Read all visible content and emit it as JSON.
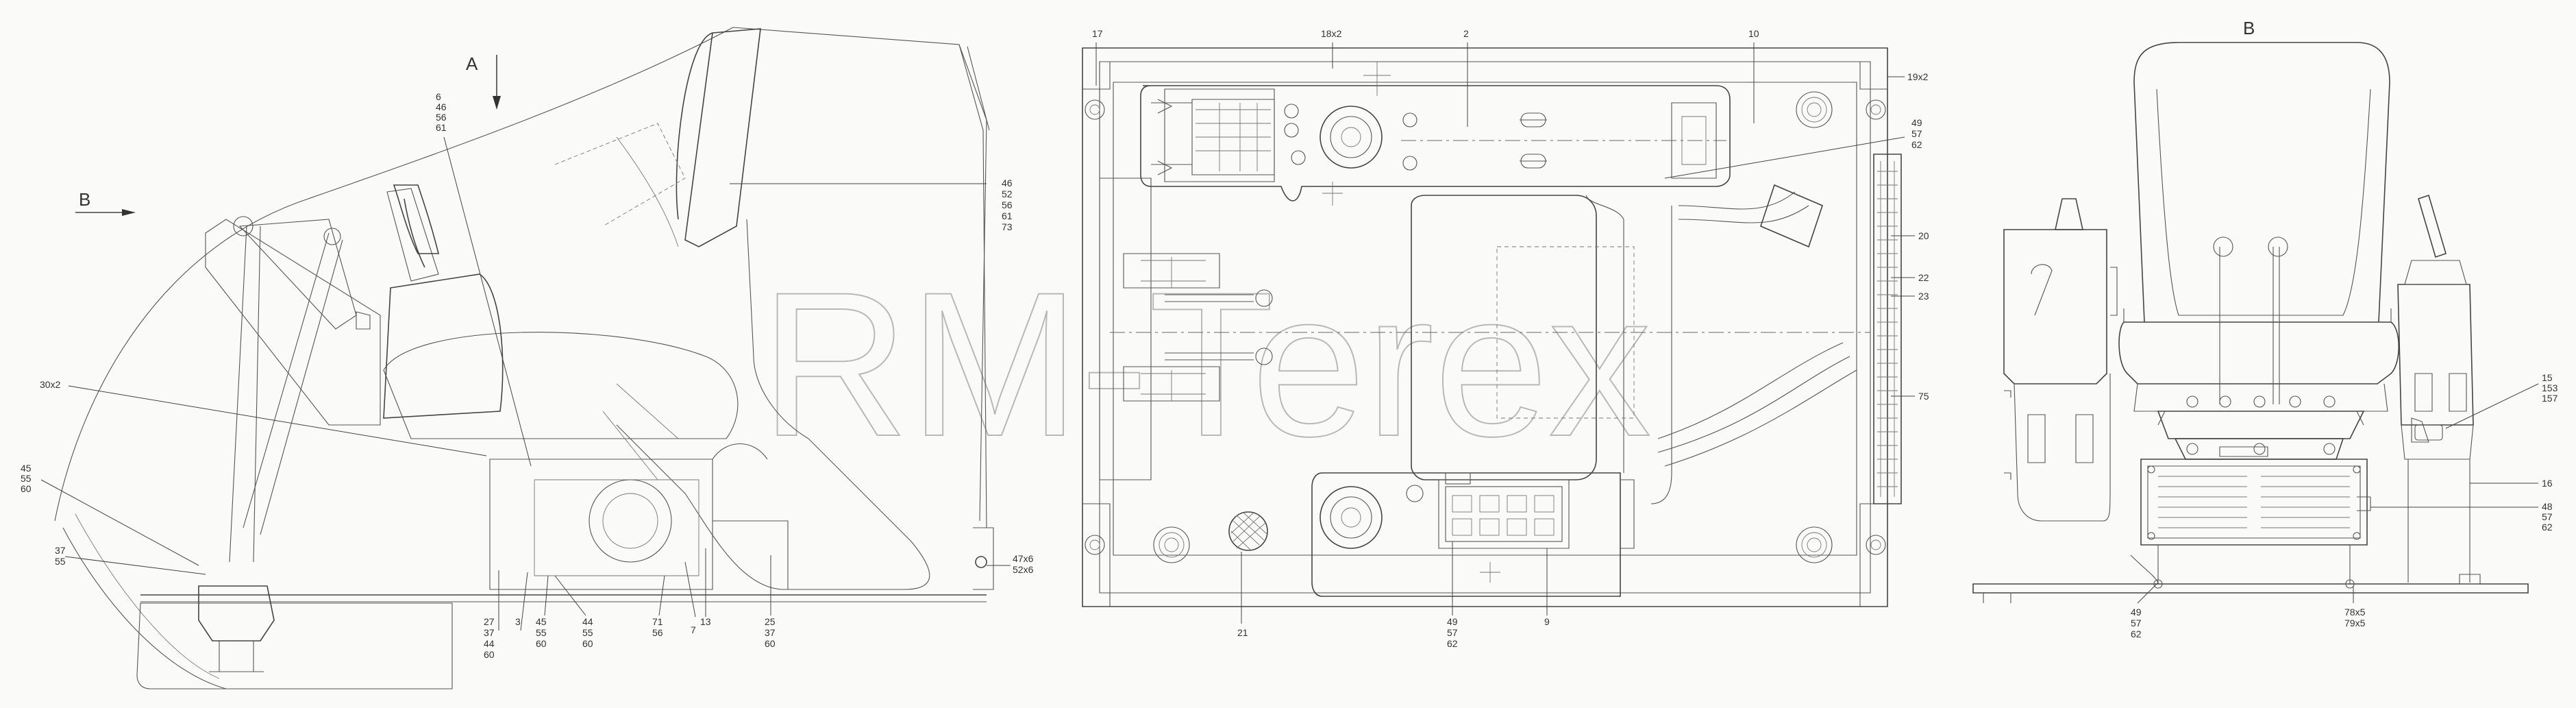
{
  "views": {
    "side": {
      "view_a": "A",
      "view_b": "B",
      "labels": {
        "l6": [
          "6",
          "46",
          "56",
          "61"
        ],
        "l46": [
          "46",
          "52",
          "56",
          "61",
          "73"
        ],
        "l30": "30x2",
        "l45a": [
          "45",
          "55",
          "60"
        ],
        "l37": [
          "37",
          "55"
        ],
        "l27": [
          "27",
          "37",
          "44",
          "60"
        ],
        "l3": "3",
        "l45b": [
          "45",
          "55",
          "60"
        ],
        "l44": [
          "44",
          "55",
          "60"
        ],
        "l71": [
          "71",
          "56"
        ],
        "l7": "7",
        "l13": "13",
        "l25": [
          "25",
          "37",
          "60"
        ],
        "l47": [
          "47x6",
          "52x6"
        ]
      }
    },
    "top": {
      "labels": {
        "l17": "17",
        "l18": "18x2",
        "l2": "2",
        "l10": "10",
        "l19": "19x2",
        "l49a": [
          "49",
          "57",
          "62"
        ],
        "l20": "20",
        "l22": "22",
        "l23": "23",
        "l75": "75",
        "l21": "21",
        "l49b": [
          "49",
          "57",
          "62"
        ],
        "l9": "9"
      }
    },
    "rear": {
      "title": "B",
      "labels": {
        "l15": [
          "15",
          "153",
          "157"
        ],
        "l16": "16",
        "l48": [
          "48",
          "57",
          "62"
        ],
        "l49": [
          "49",
          "57",
          "62"
        ],
        "l78": [
          "78x5",
          "79x5"
        ]
      }
    }
  },
  "watermark": "RM-Terex",
  "colors": {
    "line": "#444444",
    "watermark": "#b8b8b8",
    "background": "#fafaf8"
  }
}
